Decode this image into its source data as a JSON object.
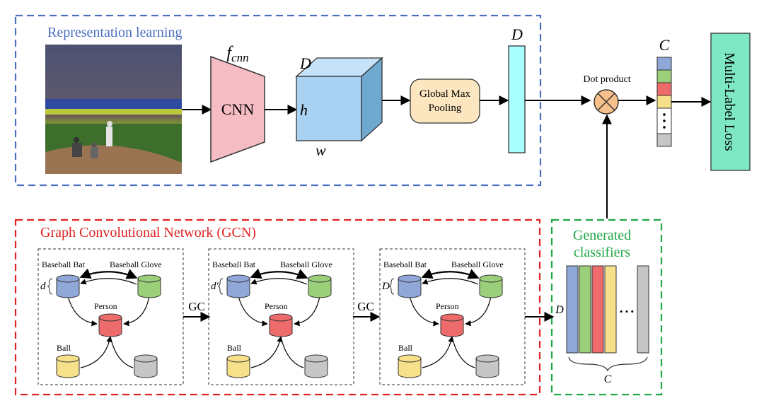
{
  "representation": {
    "title": "Representation learning",
    "fcnn_label": "f",
    "fcnn_sub": "cnn",
    "cnn_label": "CNN",
    "tensor_D": "D",
    "tensor_h": "h",
    "tensor_w": "w",
    "pooling_line1": "Global Max",
    "pooling_line2": "Pooling",
    "feature_D": "D"
  },
  "fusion": {
    "dot_product": "Dot product",
    "output_C": "C",
    "loss": "Multi-Label Loss"
  },
  "gcn": {
    "title": "Graph Convolutional Network (GCN)",
    "gc_label": "GC",
    "graphs": [
      {
        "dim": "d",
        "bat": "Baseball Bat",
        "glove": "Baseball Glove",
        "person": "Person",
        "ball": "Ball"
      },
      {
        "dim": "d′",
        "bat": "Baseball Bat",
        "glove": "Baseball Glove",
        "person": "Person",
        "ball": "Ball"
      },
      {
        "dim": "D",
        "bat": "Baseball Bat",
        "glove": "Baseball Glove",
        "person": "Person",
        "ball": "Ball"
      }
    ]
  },
  "classifiers": {
    "title_line1": "Generated",
    "title_line2": "classifiers",
    "D": "D",
    "C": "C",
    "ellipsis": "• • •"
  },
  "colors": {
    "blue_box": "#4a6fbf",
    "red_box": "#e02222",
    "green_box": "#21a846",
    "blue": "#8fa8d8",
    "green": "#9bcf7a",
    "red": "#ee6b6b",
    "yellow": "#f7e08a",
    "gray": "#c6c6c6",
    "cnn_pink": "#f5bcc4",
    "cube": "#a9d2f2",
    "pool": "#fbe6c0",
    "cyan": "#aaffff",
    "loss": "#7ee8c4",
    "dot": "#f7c08a"
  }
}
